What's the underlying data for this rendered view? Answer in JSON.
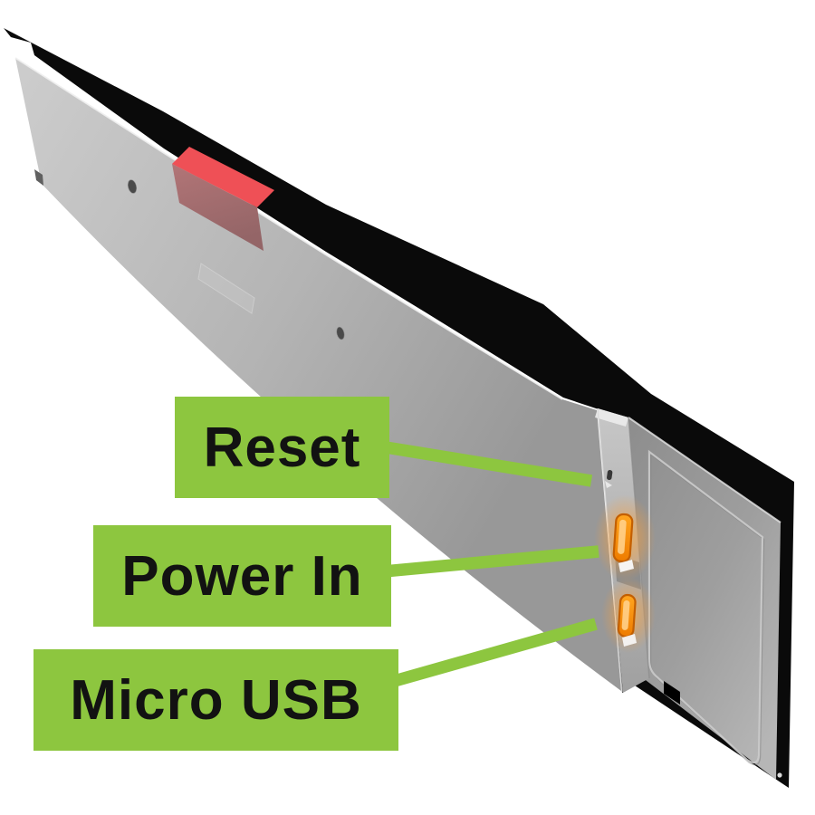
{
  "diagram": {
    "labels": [
      {
        "id": "reset",
        "text": "Reset"
      },
      {
        "id": "power-in",
        "text": "Power In"
      },
      {
        "id": "micro-usb",
        "text": "Micro USB"
      }
    ],
    "ports": [
      {
        "name": "reset-pinhole"
      },
      {
        "name": "power-in-port"
      },
      {
        "name": "micro-usb-port"
      }
    ],
    "colors": {
      "background": "#ffffff",
      "label_bg": "#8dc63f",
      "label_text": "#121212",
      "connector_line": "#8dc63f",
      "device_black": "#0a0a0a",
      "panel_gray": "#b9b9b9",
      "port_orange": "#f68b00",
      "tab_red": "#ef5056"
    }
  }
}
